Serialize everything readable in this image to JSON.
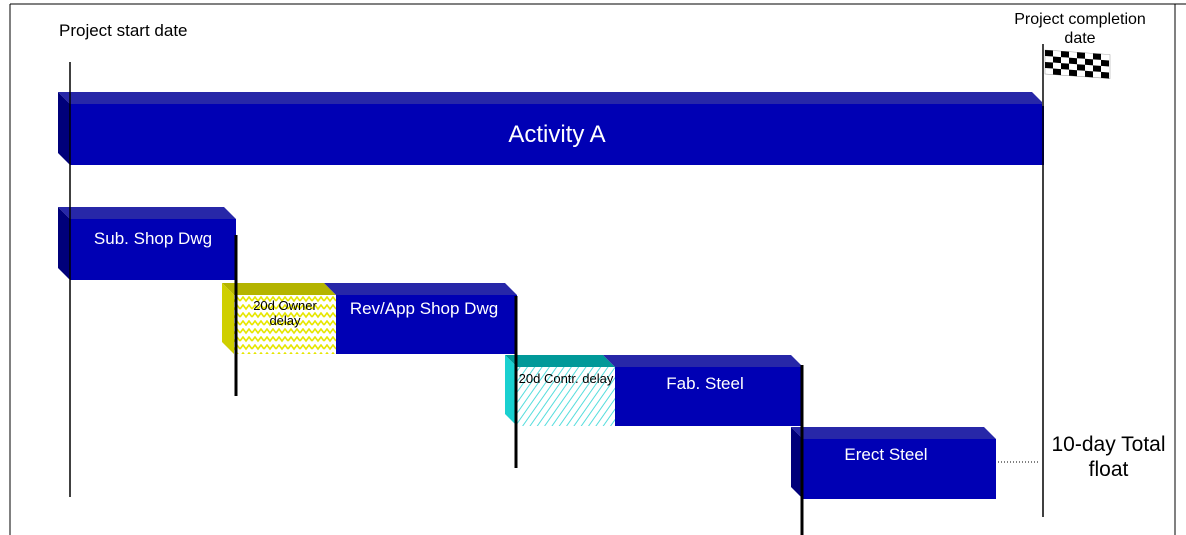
{
  "labels": {
    "start": "Project start date",
    "completion": "Project completion date",
    "float": "10-day Total float"
  },
  "activities": {
    "activity_a": "Activity A",
    "sub_shop_dwg": "Sub. Shop Dwg",
    "rev_app_shop_dwg": "Rev/App Shop Dwg",
    "fab_steel": "Fab. Steel",
    "erect_steel": "Erect Steel"
  },
  "delays": {
    "owner": "20d Owner delay",
    "contractor": "20d Contr. delay"
  },
  "colors": {
    "bar_front": "#0000b4",
    "bar_top": "#1a1aa0",
    "bar_side": "#00007a",
    "owner_delay": "#e8e800",
    "owner_delay_side": "#b8b800",
    "contr_delay": "#33cccc",
    "contr_delay_side": "#009999"
  }
}
